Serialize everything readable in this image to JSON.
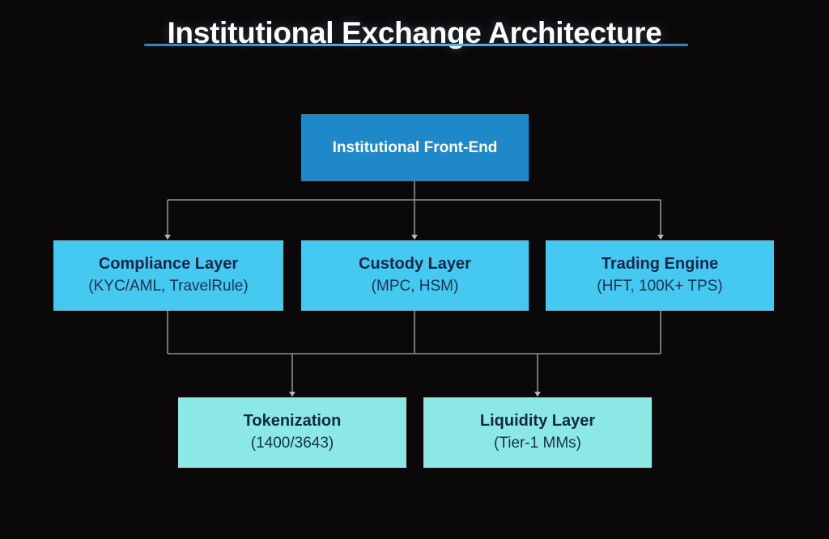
{
  "header": {
    "title": "Institutional Exchange Architecture",
    "underline_color": "#63b6e0"
  },
  "theme": {
    "background": "#0b0809",
    "tier_top_fill": "#1f88c9",
    "tier_top_text": "#ffffff",
    "tier_mid_fill": "#45c9f0",
    "tier_bottom_fill": "#8ce8e4",
    "node_text_dark": "#12284a",
    "connector_color": "#9a9a9a"
  },
  "diagram": {
    "type": "flowchart",
    "orientation": "top-down",
    "tiers": [
      {
        "name": "front-end",
        "nodes": [
          {
            "id": "institutional-front-end",
            "title": "Institutional Front-End",
            "subtitle": ""
          }
        ]
      },
      {
        "name": "core-layers",
        "nodes": [
          {
            "id": "compliance-layer",
            "title": "Compliance Layer",
            "subtitle": "(KYC/AML, TravelRule)"
          },
          {
            "id": "custody-layer",
            "title": "Custody Layer",
            "subtitle": "(MPC, HSM)"
          },
          {
            "id": "trading-engine",
            "title": "Trading Engine",
            "subtitle": "(HFT, 100K+ TPS)"
          }
        ]
      },
      {
        "name": "services",
        "nodes": [
          {
            "id": "tokenization",
            "title": "Tokenization",
            "subtitle": "(1400/3643)"
          },
          {
            "id": "liquidity-layer",
            "title": "Liquidity Layer",
            "subtitle": "(Tier-1 MMs)"
          }
        ]
      }
    ],
    "edges": [
      {
        "from": "institutional-front-end",
        "to": "compliance-layer"
      },
      {
        "from": "institutional-front-end",
        "to": "custody-layer"
      },
      {
        "from": "institutional-front-end",
        "to": "trading-engine"
      },
      {
        "from": "compliance-layer",
        "to": "tokenization"
      },
      {
        "from": "custody-layer",
        "to": "tokenization"
      },
      {
        "from": "custody-layer",
        "to": "liquidity-layer"
      },
      {
        "from": "trading-engine",
        "to": "liquidity-layer"
      }
    ]
  }
}
